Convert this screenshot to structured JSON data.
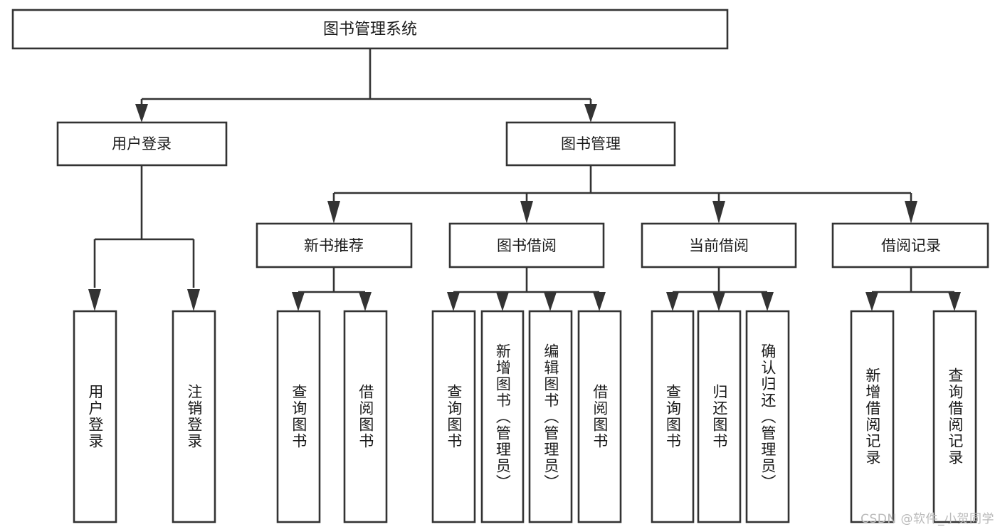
{
  "diagram": {
    "type": "tree",
    "title": "图书管理系统",
    "watermark": "CSDN @软件_小贺同学",
    "colors": {
      "stroke": "#333333",
      "fill": "#ffffff",
      "text": "#1a1a1a",
      "watermark": "#b9b9b9",
      "background": "#ffffff"
    },
    "nodes": {
      "root": "图书管理系统",
      "level2": [
        "用户登录",
        "图书管理"
      ],
      "level3": [
        "新书推荐",
        "图书借阅",
        "当前借阅",
        "借阅记录"
      ],
      "leaves": {
        "user_login": [
          "用户登录",
          "注销登录"
        ],
        "new_book_rec": [
          "查询图书",
          "借阅图书"
        ],
        "book_borrow": [
          "查询图书",
          "新增图书（管理员）",
          "编辑图书（管理员）",
          "借阅图书"
        ],
        "current_borrow": [
          "查询图书",
          "归还图书",
          "确认归还（管理员）"
        ],
        "borrow_record": [
          "新增借阅记录",
          "查询借阅记录"
        ]
      }
    },
    "edges": [
      {
        "from": "图书管理系统",
        "to": "用户登录"
      },
      {
        "from": "图书管理系统",
        "to": "图书管理"
      },
      {
        "from": "图书管理",
        "to": "新书推荐"
      },
      {
        "from": "图书管理",
        "to": "图书借阅"
      },
      {
        "from": "图书管理",
        "to": "当前借阅"
      },
      {
        "from": "图书管理",
        "to": "借阅记录"
      },
      {
        "from": "用户登录",
        "to": "用户登录"
      },
      {
        "from": "用户登录",
        "to": "注销登录"
      },
      {
        "from": "新书推荐",
        "to": "查询图书"
      },
      {
        "from": "新书推荐",
        "to": "借阅图书"
      },
      {
        "from": "图书借阅",
        "to": "查询图书"
      },
      {
        "from": "图书借阅",
        "to": "新增图书（管理员）"
      },
      {
        "from": "图书借阅",
        "to": "编辑图书（管理员）"
      },
      {
        "from": "图书借阅",
        "to": "借阅图书"
      },
      {
        "from": "当前借阅",
        "to": "查询图书"
      },
      {
        "from": "当前借阅",
        "to": "归还图书"
      },
      {
        "from": "当前借阅",
        "to": "确认归还（管理员）"
      },
      {
        "from": "借阅记录",
        "to": "新增借阅记录"
      },
      {
        "from": "借阅记录",
        "to": "查询借阅记录"
      }
    ]
  }
}
